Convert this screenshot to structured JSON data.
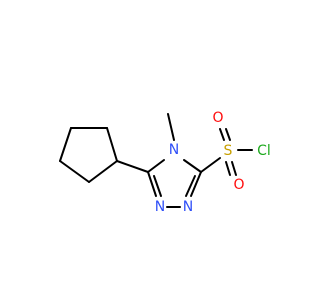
{
  "molecule": {
    "atoms": {
      "n_ring_left": {
        "symbol": "N",
        "color": "#3050F8"
      },
      "n_ring_right": {
        "symbol": "N",
        "color": "#3050F8"
      },
      "n_ring_methyl": {
        "symbol": "N",
        "color": "#3050F8"
      },
      "sulfur": {
        "symbol": "S",
        "color": "#C8A000"
      },
      "oxygen_top": {
        "symbol": "O",
        "color": "#FF0D0D"
      },
      "oxygen_bottom": {
        "symbol": "O",
        "color": "#FF0D0D"
      },
      "chlorine": {
        "symbol": "Cl",
        "color": "#1FAA1F"
      }
    },
    "bond_color": "#000000"
  }
}
